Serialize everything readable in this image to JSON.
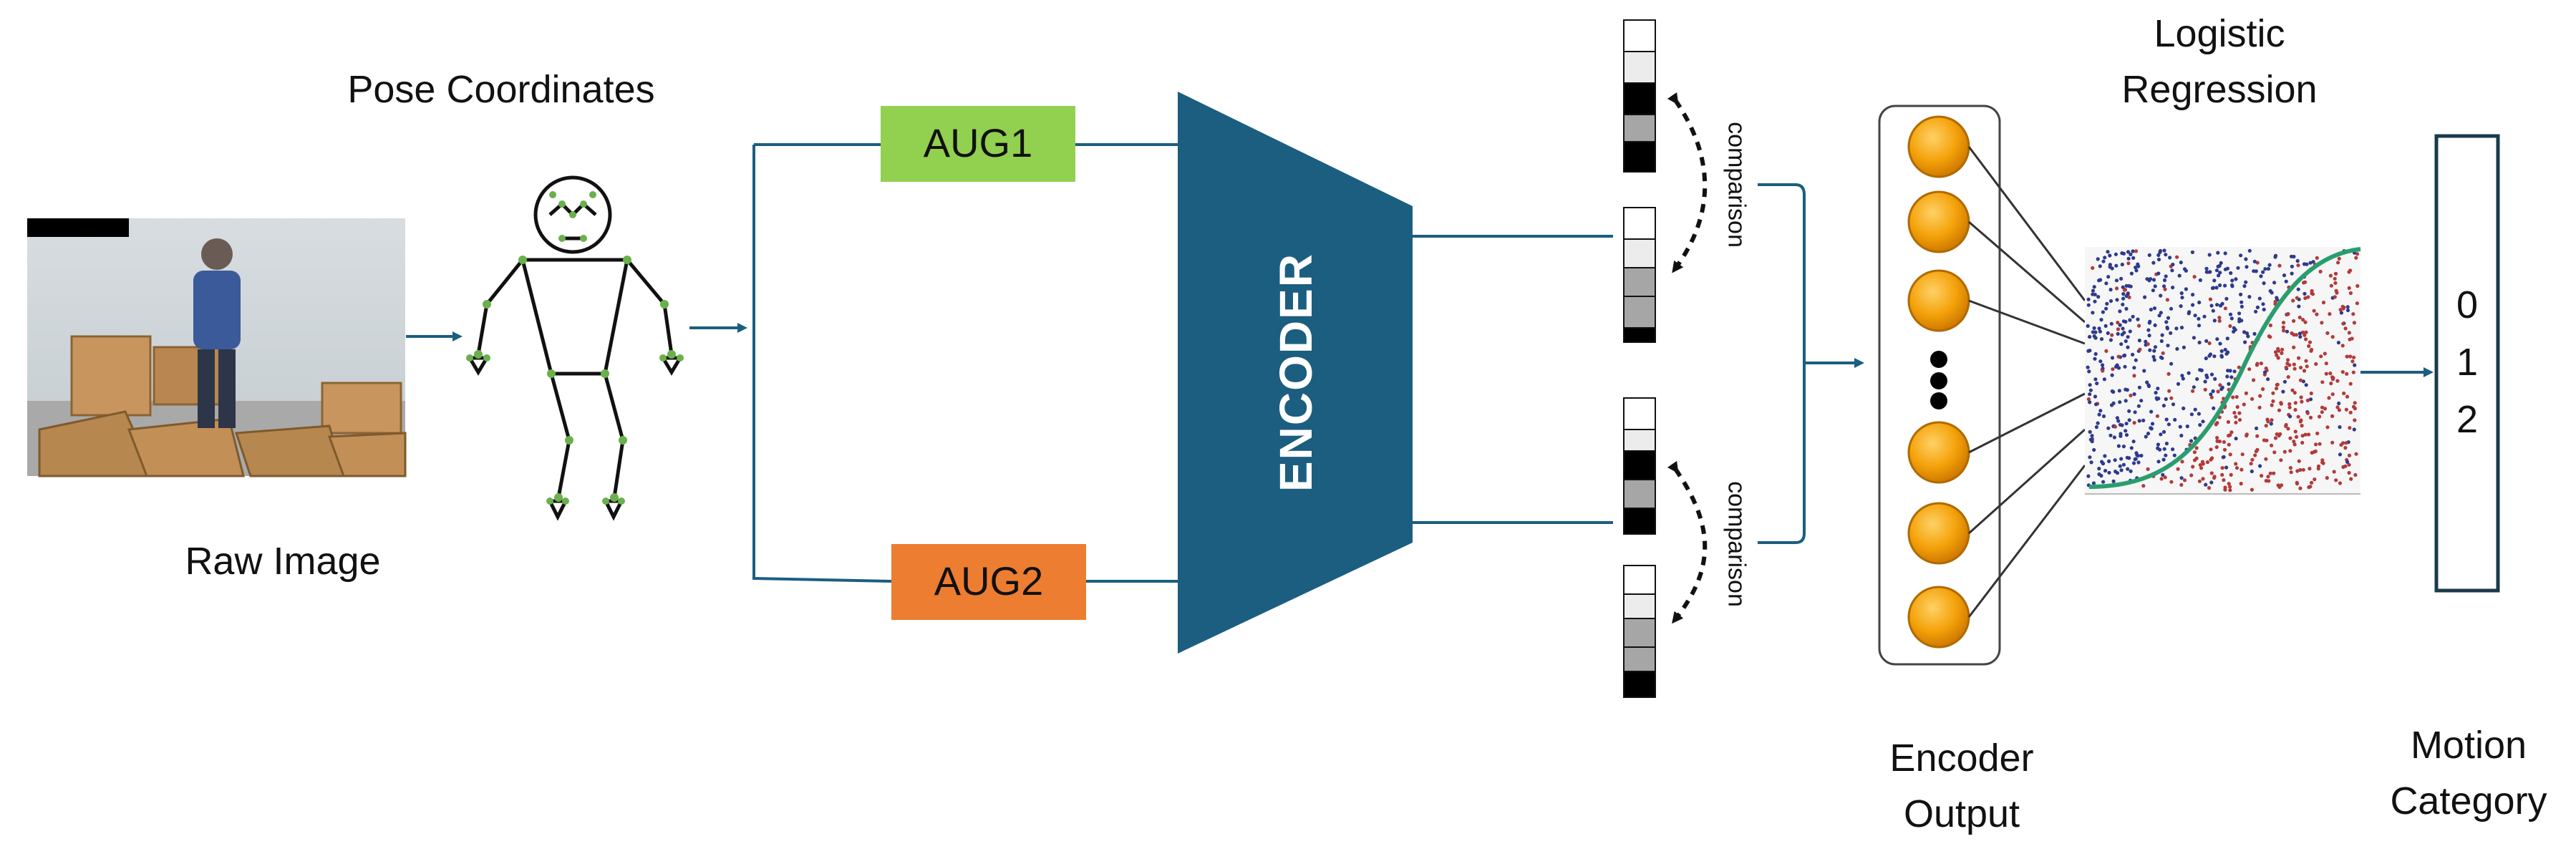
{
  "labels": {
    "pose_coordinates": "Pose  Coordinates",
    "raw_image": "Raw Image",
    "logistic_regression_line1": "Logistic",
    "logistic_regression_line2": "Regression",
    "encoder_output_line1": "Encoder",
    "encoder_output_line2": "Output",
    "motion_category_line1": "Motion",
    "motion_category_line2": "Category"
  },
  "augmentations": [
    {
      "label": "AUG1",
      "color": "#92d050"
    },
    {
      "label": "AUG2",
      "color": "#ed7d31"
    }
  ],
  "encoder": {
    "label": "ENCODER",
    "color": "#1b5e80"
  },
  "comparison_labels": [
    "comparison",
    "comparison"
  ],
  "motion_categories": [
    "0",
    "1",
    "2"
  ],
  "colors": {
    "connector": "#1b5e80",
    "neuron": "#f4a20a",
    "skeleton_joint": "#6ab04c",
    "skeleton_number": "#e53935",
    "scatter_blue": "#2e3a8c",
    "scatter_red": "#b23a3a",
    "sigmoid": "#2a9d6f"
  },
  "icons": {
    "raw_image": "photo-person-with-boxes",
    "pose": "stick-figure-skeleton-icon",
    "scatter": "logistic-scatter-plot"
  }
}
